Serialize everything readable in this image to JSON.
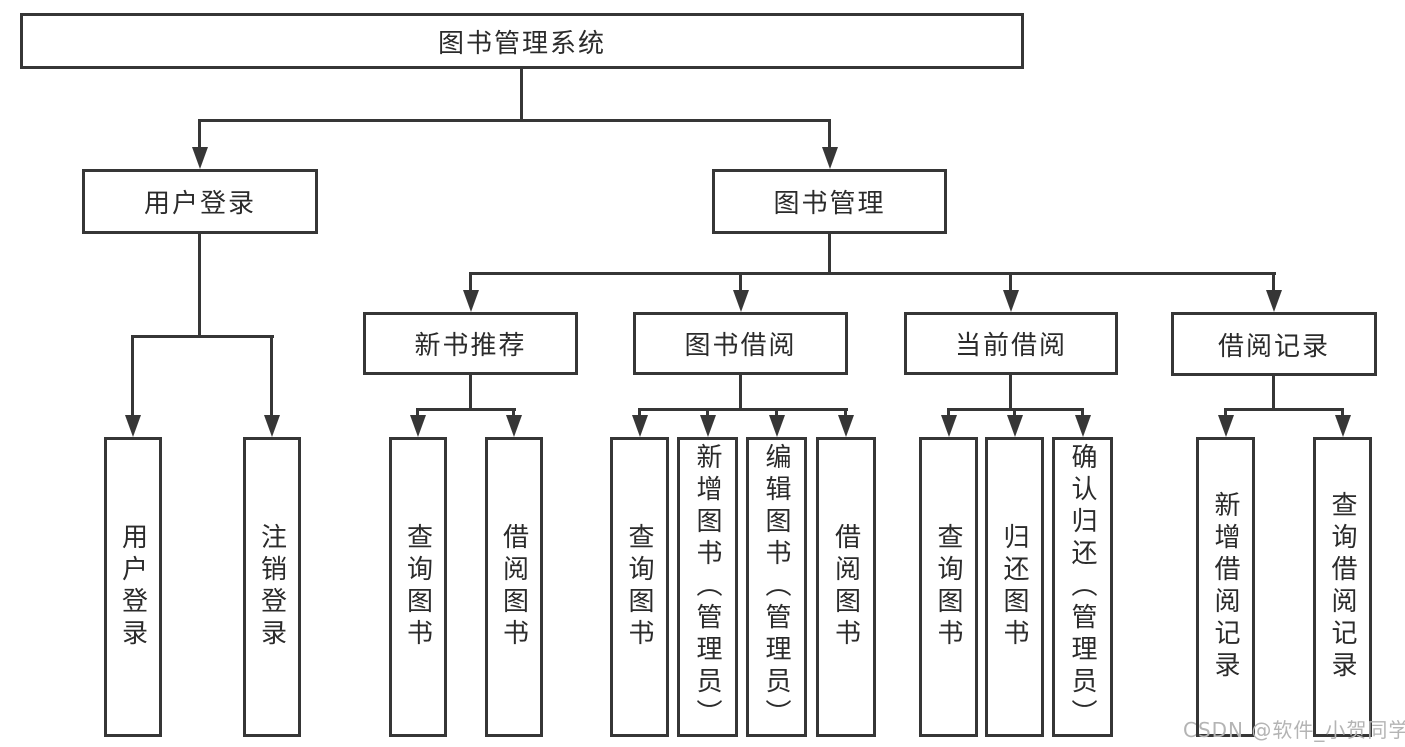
{
  "tree": {
    "root": {
      "label": "图书管理系统"
    },
    "children": [
      {
        "label": "用户登录",
        "children": [
          {
            "label": "用户登录"
          },
          {
            "label": "注销登录"
          }
        ]
      },
      {
        "label": "图书管理",
        "children": [
          {
            "label": "新书推荐",
            "children": [
              {
                "label": "查询图书"
              },
              {
                "label": "借阅图书"
              }
            ]
          },
          {
            "label": "图书借阅",
            "children": [
              {
                "label": "查询图书"
              },
              {
                "label": "新增图书（管理员）"
              },
              {
                "label": "编辑图书（管理员）"
              },
              {
                "label": "借阅图书"
              }
            ]
          },
          {
            "label": "当前借阅",
            "children": [
              {
                "label": "查询图书"
              },
              {
                "label": "归还图书"
              },
              {
                "label": "确认归还（管理员）"
              }
            ]
          },
          {
            "label": "借阅记录",
            "children": [
              {
                "label": "新增借阅记录"
              },
              {
                "label": "查询借阅记录"
              }
            ]
          }
        ]
      }
    ]
  },
  "watermark": {
    "text": "CSDN @软件_小贺同学"
  },
  "colors": {
    "line": "#363636",
    "box_border": "#363636",
    "text": "#2b2b2b",
    "watermark": "#b4b4b4",
    "background": "#ffffff"
  }
}
